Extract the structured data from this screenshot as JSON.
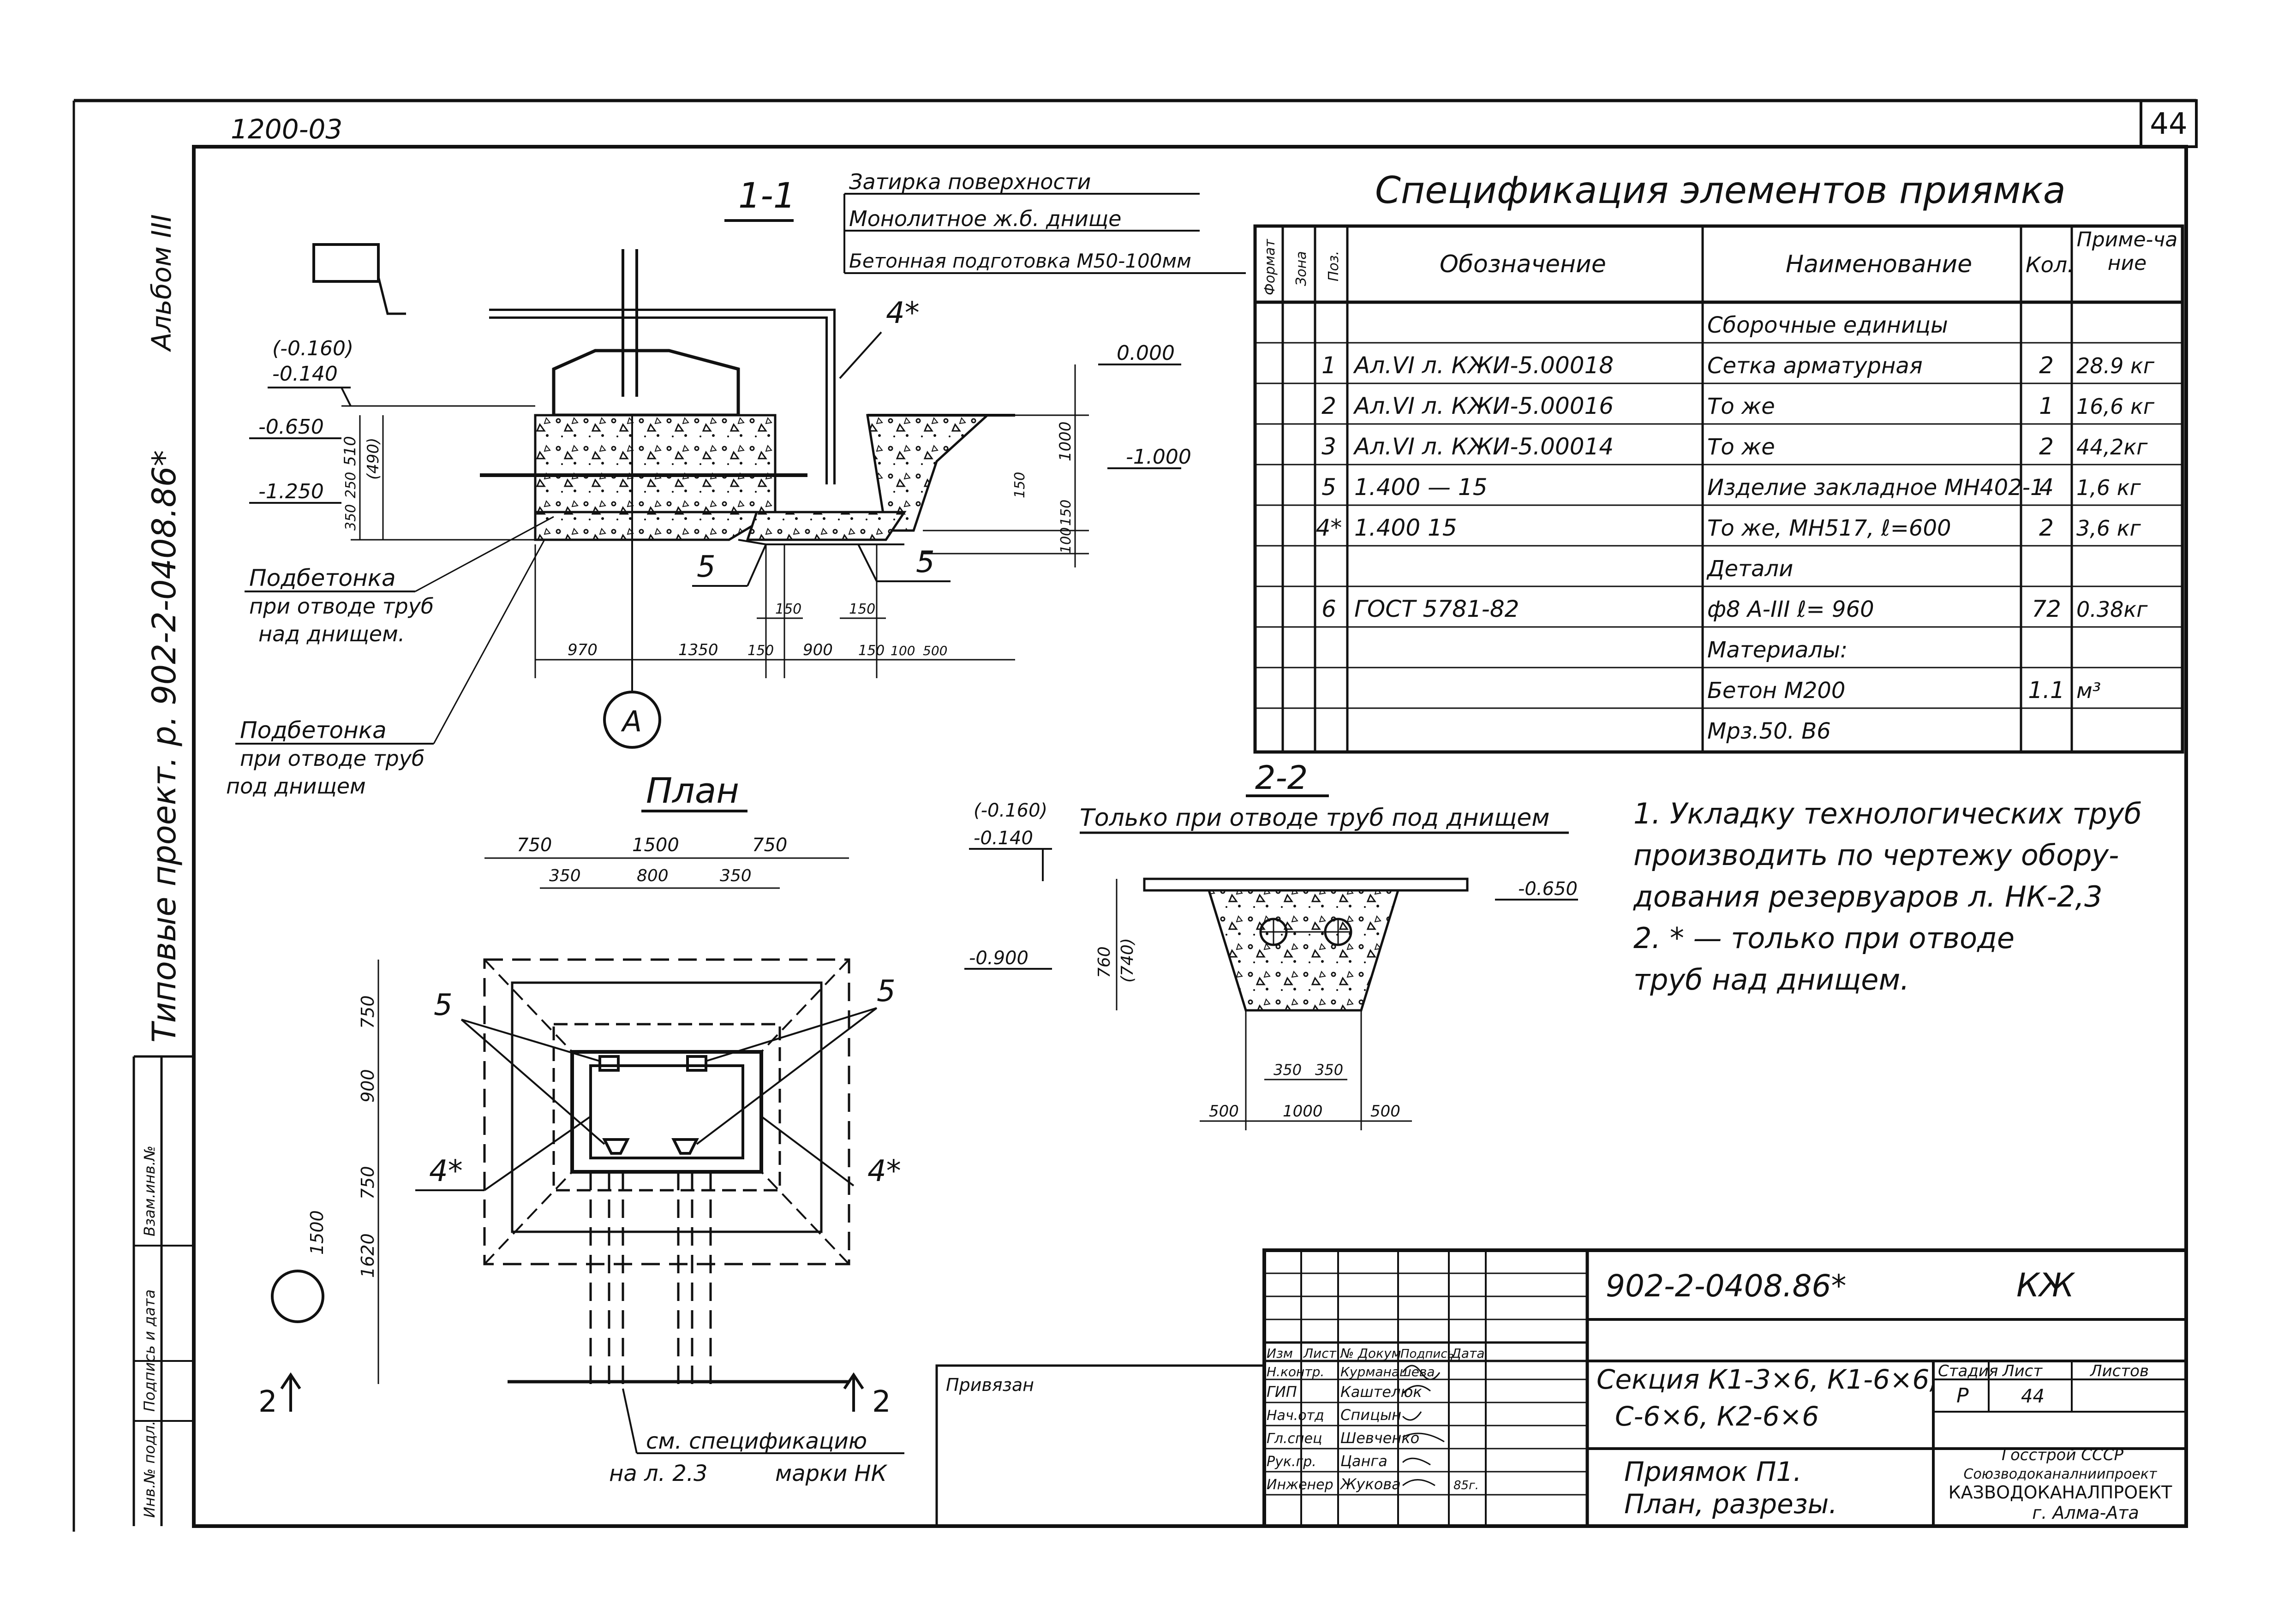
{
  "sheet": {
    "code": "1200-03",
    "number": "44",
    "side_album": "Альбом III",
    "side_project": "Типовые проект. р. 902-2-0408.86*"
  },
  "section_1_1": {
    "title": "1-1",
    "notes": [
      "Затирка поверхности",
      "Монолитное ж.б. днище",
      "Бетонная подготовка М50-100мм"
    ],
    "marks": [
      "(-0.160)",
      "-0.140",
      "-0.650",
      "-1.250",
      "0.000",
      "-1.000"
    ],
    "dims_vertical": [
      "510",
      "(490)",
      "350",
      "250",
      "1000",
      "150",
      "100",
      "150"
    ],
    "dims_horizontal": [
      "970",
      "1350",
      "150",
      "900",
      "150",
      "100",
      "500",
      "150",
      "150"
    ],
    "pos_labels": [
      "4*",
      "5",
      "5"
    ],
    "callout_1": [
      "Подбетонка",
      "при отводе труб",
      "над днищем."
    ],
    "callout_2": [
      "Подбетонка",
      "при отводе труб",
      "под днищем"
    ],
    "axis": "А"
  },
  "plan": {
    "title": "План",
    "dims_top": [
      "750",
      "1500",
      "750",
      "350",
      "800",
      "350"
    ],
    "dims_left": [
      "750",
      "900",
      "750",
      "1620",
      "1500"
    ],
    "labels": [
      "5",
      "5",
      "4*",
      "4*",
      "2",
      "2"
    ],
    "note": [
      "см. спецификацию",
      "на л. 2.3",
      "марки НК"
    ]
  },
  "section_2_2": {
    "title": "2-2",
    "subtitle": "Только при отводе труб под днищем",
    "marks": [
      "(-0.160)",
      "-0.140",
      "-0.650",
      "-0.900"
    ],
    "dims": [
      "760",
      "(740)",
      "350",
      "350",
      "500",
      "1000",
      "500"
    ]
  },
  "spec": {
    "title": "Спецификация элементов приямка",
    "headers": [
      "Формат",
      "Зона",
      "Поз.",
      "Обозначение",
      "Наименование",
      "Кол.",
      "Приме-чание"
    ],
    "rows": [
      {
        "pos": "",
        "des": "",
        "name": "Сборочные единицы",
        "qty": "",
        "note": ""
      },
      {
        "pos": "1",
        "des": "Ал.VI л. КЖИ-5.00018",
        "name": "Сетка арматурная",
        "qty": "2",
        "note": "28.9 кг"
      },
      {
        "pos": "2",
        "des": "Ал.VI л. КЖИ-5.00016",
        "name": "То же",
        "qty": "1",
        "note": "16,6 кг"
      },
      {
        "pos": "3",
        "des": "Ал.VI л. КЖИ-5.00014",
        "name": "То же",
        "qty": "2",
        "note": "44,2кг"
      },
      {
        "pos": "5",
        "des": "1.400 — 15",
        "name": "Изделие закладное МН402-1",
        "qty": "4",
        "note": "1,6 кг"
      },
      {
        "pos": "4*",
        "des": "1.400 15",
        "name": "То же, МН517, ℓ=600",
        "qty": "2",
        "note": "3,6 кг"
      },
      {
        "pos": "",
        "des": "",
        "name": "Детали",
        "qty": "",
        "note": ""
      },
      {
        "pos": "6",
        "des": "ГОСТ 5781-82",
        "name": "ф8 А-III  ℓ= 960",
        "qty": "72",
        "note": "0.38кг"
      },
      {
        "pos": "",
        "des": "",
        "name": "Материалы:",
        "qty": "",
        "note": ""
      },
      {
        "pos": "",
        "des": "",
        "name": "Бетон М200",
        "qty": "1.1",
        "note": "м³"
      },
      {
        "pos": "",
        "des": "",
        "name": "Мрз.50. В6",
        "qty": "",
        "note": ""
      }
    ]
  },
  "notes": [
    "1. Укладку технологических труб",
    "производить по чертежу обору-",
    "дования резервуаров л. НК-2,3",
    "2. * — только при отводе",
    "труб над днищем."
  ],
  "stamp": {
    "code": "902-2-0408.86*",
    "mark": "КЖ",
    "cols": [
      "Изм",
      "Лист",
      "№ Докум",
      "Подпись",
      "Дата"
    ],
    "people": [
      {
        "role": "Н.контр.",
        "name": "Курманашева"
      },
      {
        "role": "ГИП",
        "name": "Каштелюк"
      },
      {
        "role": "Нач.отд",
        "name": "Спицын"
      },
      {
        "role": "Гл.спец",
        "name": "Шевченко"
      },
      {
        "role": "Рук.гр.",
        "name": "Цанга"
      },
      {
        "role": "Инженер",
        "name": "Жукова"
      }
    ],
    "date": "85г.",
    "section": [
      "Секция К1-3×6, К1-6×6,",
      "С-6×6, К2-6×6"
    ],
    "stage_h": [
      "Стадия",
      "Лист",
      "Листов"
    ],
    "stage_v": [
      "Р",
      "44",
      ""
    ],
    "title": [
      "Приямок П1.",
      "План, разрезы."
    ],
    "org": [
      "Госстрой СССР",
      "Союзводоканалниипроект",
      "КАЗВОДОКАНАЛПРОЕКТ",
      "г. Алма-Ата"
    ],
    "bound": "Привязан",
    "left_cols": [
      "Инв.№ подл.",
      "Подпись и дата",
      "Взам.инв.№"
    ]
  }
}
